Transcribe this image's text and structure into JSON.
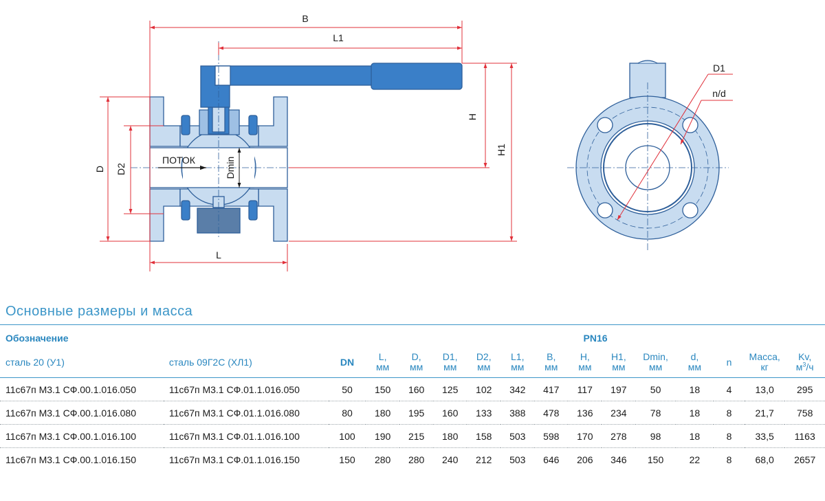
{
  "drawing": {
    "labels": {
      "B": "B",
      "L1": "L1",
      "H": "H",
      "H1": "H1",
      "D": "D",
      "D2": "D2",
      "L": "L",
      "flow": "ПОТОК",
      "Dmin": "Dmin",
      "D1": "D1",
      "nd": "n/d"
    }
  },
  "section": {
    "title": "Основные размеры и масса"
  },
  "table": {
    "header": {
      "designation": "Обозначение",
      "pn": "PN16",
      "steel1": "сталь 20 (У1)",
      "steel2": "сталь 09Г2С (ХЛ1)",
      "cols": [
        {
          "top": "DN",
          "bottom": ""
        },
        {
          "top": "L,",
          "bottom": "мм"
        },
        {
          "top": "D,",
          "bottom": "мм"
        },
        {
          "top": "D1,",
          "bottom": "мм"
        },
        {
          "top": "D2,",
          "bottom": "мм"
        },
        {
          "top": "L1,",
          "bottom": "мм"
        },
        {
          "top": "B,",
          "bottom": "мм"
        },
        {
          "top": "H,",
          "bottom": "мм"
        },
        {
          "top": "H1,",
          "bottom": "мм"
        },
        {
          "top": "Dmin,",
          "bottom": "мм"
        },
        {
          "top": "d,",
          "bottom": "мм"
        },
        {
          "top": "n",
          "bottom": ""
        },
        {
          "top": "Масса,",
          "bottom": "кг"
        },
        {
          "top": "Kv,",
          "bottom": "м",
          "sup": "3",
          "after": "/ч"
        }
      ]
    },
    "rows": [
      {
        "c": [
          "11с67п М3.1 СФ.00.1.016.050",
          "11с67п М3.1 СФ.01.1.016.050",
          "50",
          "150",
          "160",
          "125",
          "102",
          "342",
          "417",
          "117",
          "197",
          "50",
          "18",
          "4",
          "13,0",
          "295"
        ]
      },
      {
        "c": [
          "11с67п М3.1 СФ.00.1.016.080",
          "11с67п М3.1 СФ.01.1.016.080",
          "80",
          "180",
          "195",
          "160",
          "133",
          "388",
          "478",
          "136",
          "234",
          "78",
          "18",
          "8",
          "21,7",
          "758"
        ]
      },
      {
        "c": [
          "11с67п М3.1 СФ.00.1.016.100",
          "11с67п М3.1 СФ.01.1.016.100",
          "100",
          "190",
          "215",
          "180",
          "158",
          "503",
          "598",
          "170",
          "278",
          "98",
          "18",
          "8",
          "33,5",
          "1163"
        ]
      },
      {
        "c": [
          "11с67п М3.1 СФ.00.1.016.150",
          "11с67п М3.1 СФ.01.1.016.150",
          "150",
          "280",
          "280",
          "240",
          "212",
          "503",
          "646",
          "206",
          "346",
          "150",
          "22",
          "8",
          "68,0",
          "2657"
        ]
      }
    ]
  },
  "colors": {
    "accent": "#3c96c8",
    "valve_fill": "#c8dcf0",
    "valve_dark": "#3a7fc8",
    "dimension_line": "#e0303a"
  }
}
